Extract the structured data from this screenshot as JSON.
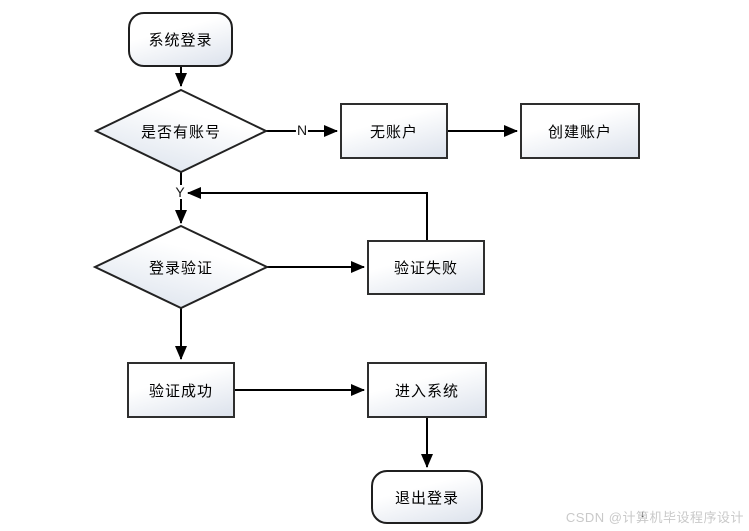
{
  "flowchart": {
    "nodes": {
      "start": {
        "label": "系统登录",
        "shape": "rounded-rect"
      },
      "has_account": {
        "label": "是否有账号",
        "shape": "diamond"
      },
      "no_account": {
        "label": "无账户",
        "shape": "rect"
      },
      "create_account": {
        "label": "创建账户",
        "shape": "rect"
      },
      "login_verify": {
        "label": "登录验证",
        "shape": "diamond"
      },
      "verify_fail": {
        "label": "验证失败",
        "shape": "rect"
      },
      "verify_success": {
        "label": "验证成功",
        "shape": "rect"
      },
      "enter_system": {
        "label": "进入系统",
        "shape": "rect"
      },
      "logout": {
        "label": "退出登录",
        "shape": "rounded-rect"
      }
    },
    "edge_labels": {
      "no": "N",
      "yes": "Y"
    },
    "edges": [
      {
        "from": "start",
        "to": "has_account",
        "label": ""
      },
      {
        "from": "has_account",
        "to": "no_account",
        "label": "N"
      },
      {
        "from": "no_account",
        "to": "create_account",
        "label": ""
      },
      {
        "from": "has_account",
        "to": "login_verify",
        "label": "Y"
      },
      {
        "from": "verify_fail",
        "to": "login_verify",
        "label": ""
      },
      {
        "from": "login_verify",
        "to": "verify_fail",
        "label": ""
      },
      {
        "from": "login_verify",
        "to": "verify_success",
        "label": ""
      },
      {
        "from": "verify_success",
        "to": "enter_system",
        "label": ""
      },
      {
        "from": "enter_system",
        "to": "logout",
        "label": ""
      }
    ],
    "colors": {
      "node_border": "#2e2e2e",
      "node_fill_top": "#ffffff",
      "node_fill_bottom": "#dce2ec",
      "connector": "#000000",
      "text": "#000000"
    }
  },
  "watermark": {
    "text": "CSDN @计算机毕设程序设计",
    "color": "#c9c9c9"
  }
}
